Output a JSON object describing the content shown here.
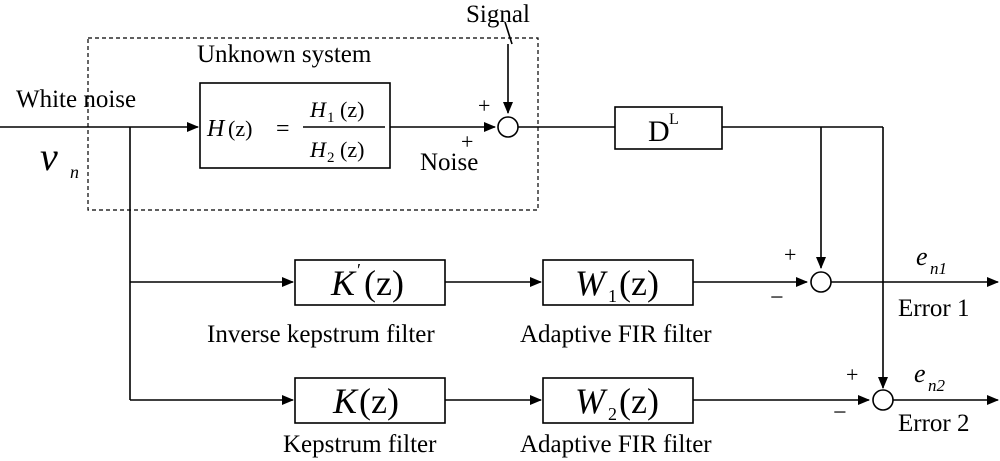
{
  "labels": {
    "signal": "Signal",
    "unknown_system": "Unknown system",
    "white_noise": "White noise",
    "noise": "Noise",
    "inverse_kepstrum_filter": "Inverse kepstrum filter",
    "adaptive_fir_filter_1": "Adaptive FIR filter",
    "kepstrum_filter": "Kepstrum filter",
    "adaptive_fir_filter_2": "Adaptive FIR filter",
    "error_1": "Error 1",
    "error_2": "Error 2"
  },
  "symbols": {
    "v": "v",
    "v_sub": "n",
    "H": "H",
    "z_paren": "(z)",
    "equals": "=",
    "H_num": "H",
    "H_num_sub": "1",
    "H_den": "H",
    "H_den_sub": "2",
    "D": "D",
    "D_sup": "L",
    "K_prime": "K",
    "prime": "′",
    "K": "K",
    "W1": "W",
    "W1_sub": "1",
    "W2": "W",
    "W2_sub": "2",
    "e": "e",
    "e1_sub": "n1",
    "e2_sub": "n2"
  },
  "signs": {
    "sum1_top": "+",
    "sum1_bottom": "+",
    "sum2_top": "+",
    "sum2_left": "−",
    "sum3_top": "+",
    "sum3_left": "−"
  }
}
